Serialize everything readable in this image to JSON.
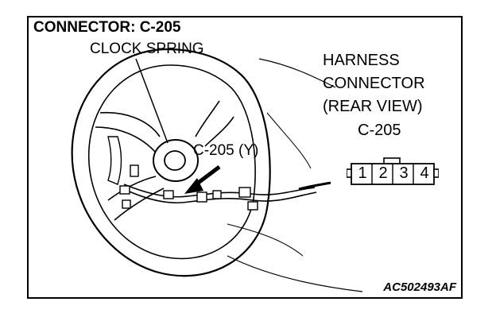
{
  "diagram": {
    "title": "CONNECTOR: C-205",
    "callouts": {
      "clock_spring": "CLOCK SPRING",
      "connector_marker": "C-205 (Y)"
    },
    "harness_connector": {
      "lines": [
        "HARNESS",
        "CONNECTOR",
        "(REAR VIEW)"
      ],
      "code": "C-205",
      "pins": [
        "1",
        "2",
        "3",
        "4"
      ]
    },
    "reference_code": "AC502493AF"
  }
}
